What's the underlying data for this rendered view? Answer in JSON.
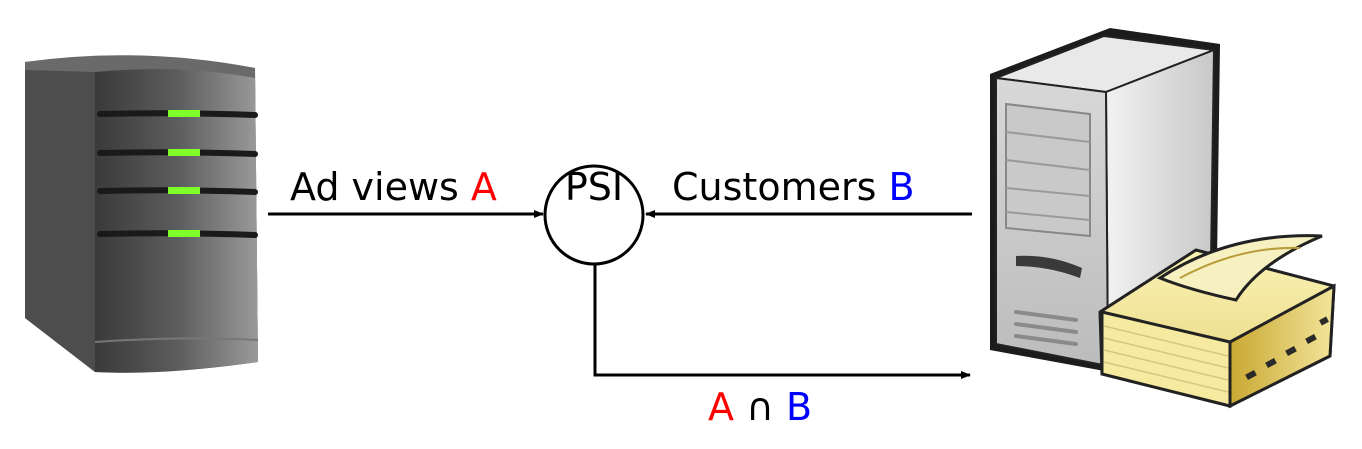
{
  "labels": {
    "left_text": "Ad views ",
    "left_set": "A",
    "right_text": "Customers ",
    "right_set": "B",
    "psi": "PSI",
    "bottom_a": "A",
    "bottom_op": " ∩ ",
    "bottom_b": "B"
  },
  "colors": {
    "set_a": "#ff0000",
    "set_b": "#0000ff",
    "led": "#7fff2a"
  },
  "icons": {
    "left": "rack-server-icon",
    "right": "tower-server-with-database-book-icon"
  }
}
